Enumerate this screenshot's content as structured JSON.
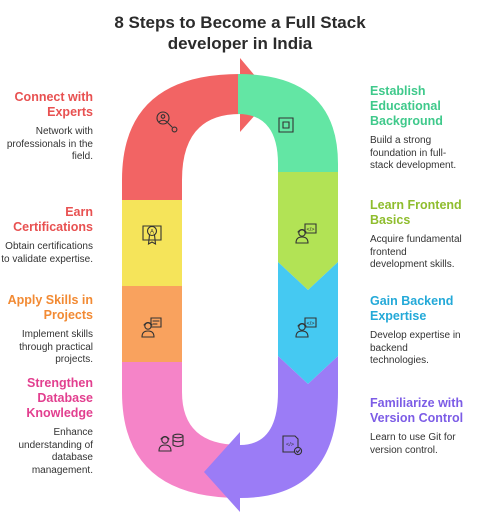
{
  "title": "8 Steps to Become a Full Stack\ndeveloper in India",
  "colors": {
    "red": "#f26464",
    "green": "#63e6a4",
    "lime": "#b2e355",
    "cyan": "#45c9f2",
    "purple": "#9b7cf6",
    "pink": "#f584c8",
    "orange": "#f9a25e",
    "yellow": "#f5e45a"
  },
  "steps": [
    {
      "title": "Connect with\nExperts",
      "desc": "Network with\nprofessionals in the\nfield.",
      "color": "#e85151",
      "icon": "expert-search-icon"
    },
    {
      "title": "Establish\nEducational\nBackground",
      "desc": "Build a strong\nfoundation in full-\nstack development.",
      "color": "#3fc98b",
      "icon": "foundation-frame-icon"
    },
    {
      "title": "Earn\nCertifications",
      "desc": "Obtain certifications\nto validate expertise.",
      "color": "#e85151",
      "icon": "certificate-icon"
    },
    {
      "title": "Learn Frontend\nBasics",
      "desc": "Acquire fundamental\nfrontend\ndevelopment skills.",
      "color": "#8fbd2e",
      "icon": "frontend-developer-icon"
    },
    {
      "title": "Apply Skills in\nProjects",
      "desc": "Implement skills\nthrough practical\nprojects.",
      "color": "#f28a33",
      "icon": "project-worker-icon"
    },
    {
      "title": "Gain Backend\nExpertise",
      "desc": "Develop expertise in\nbackend\ntechnologies.",
      "color": "#23a9d8",
      "icon": "backend-developer-icon"
    },
    {
      "title": "Strengthen\nDatabase\nKnowledge",
      "desc": "Enhance\nunderstanding of\ndatabase\nmanagement.",
      "color": "#e23f8f",
      "icon": "database-worker-icon"
    },
    {
      "title": "Familiarize with\nVersion Control",
      "desc": "Learn to use Git for\nversion control.",
      "color": "#7c5ce6",
      "icon": "version-control-icon"
    }
  ]
}
